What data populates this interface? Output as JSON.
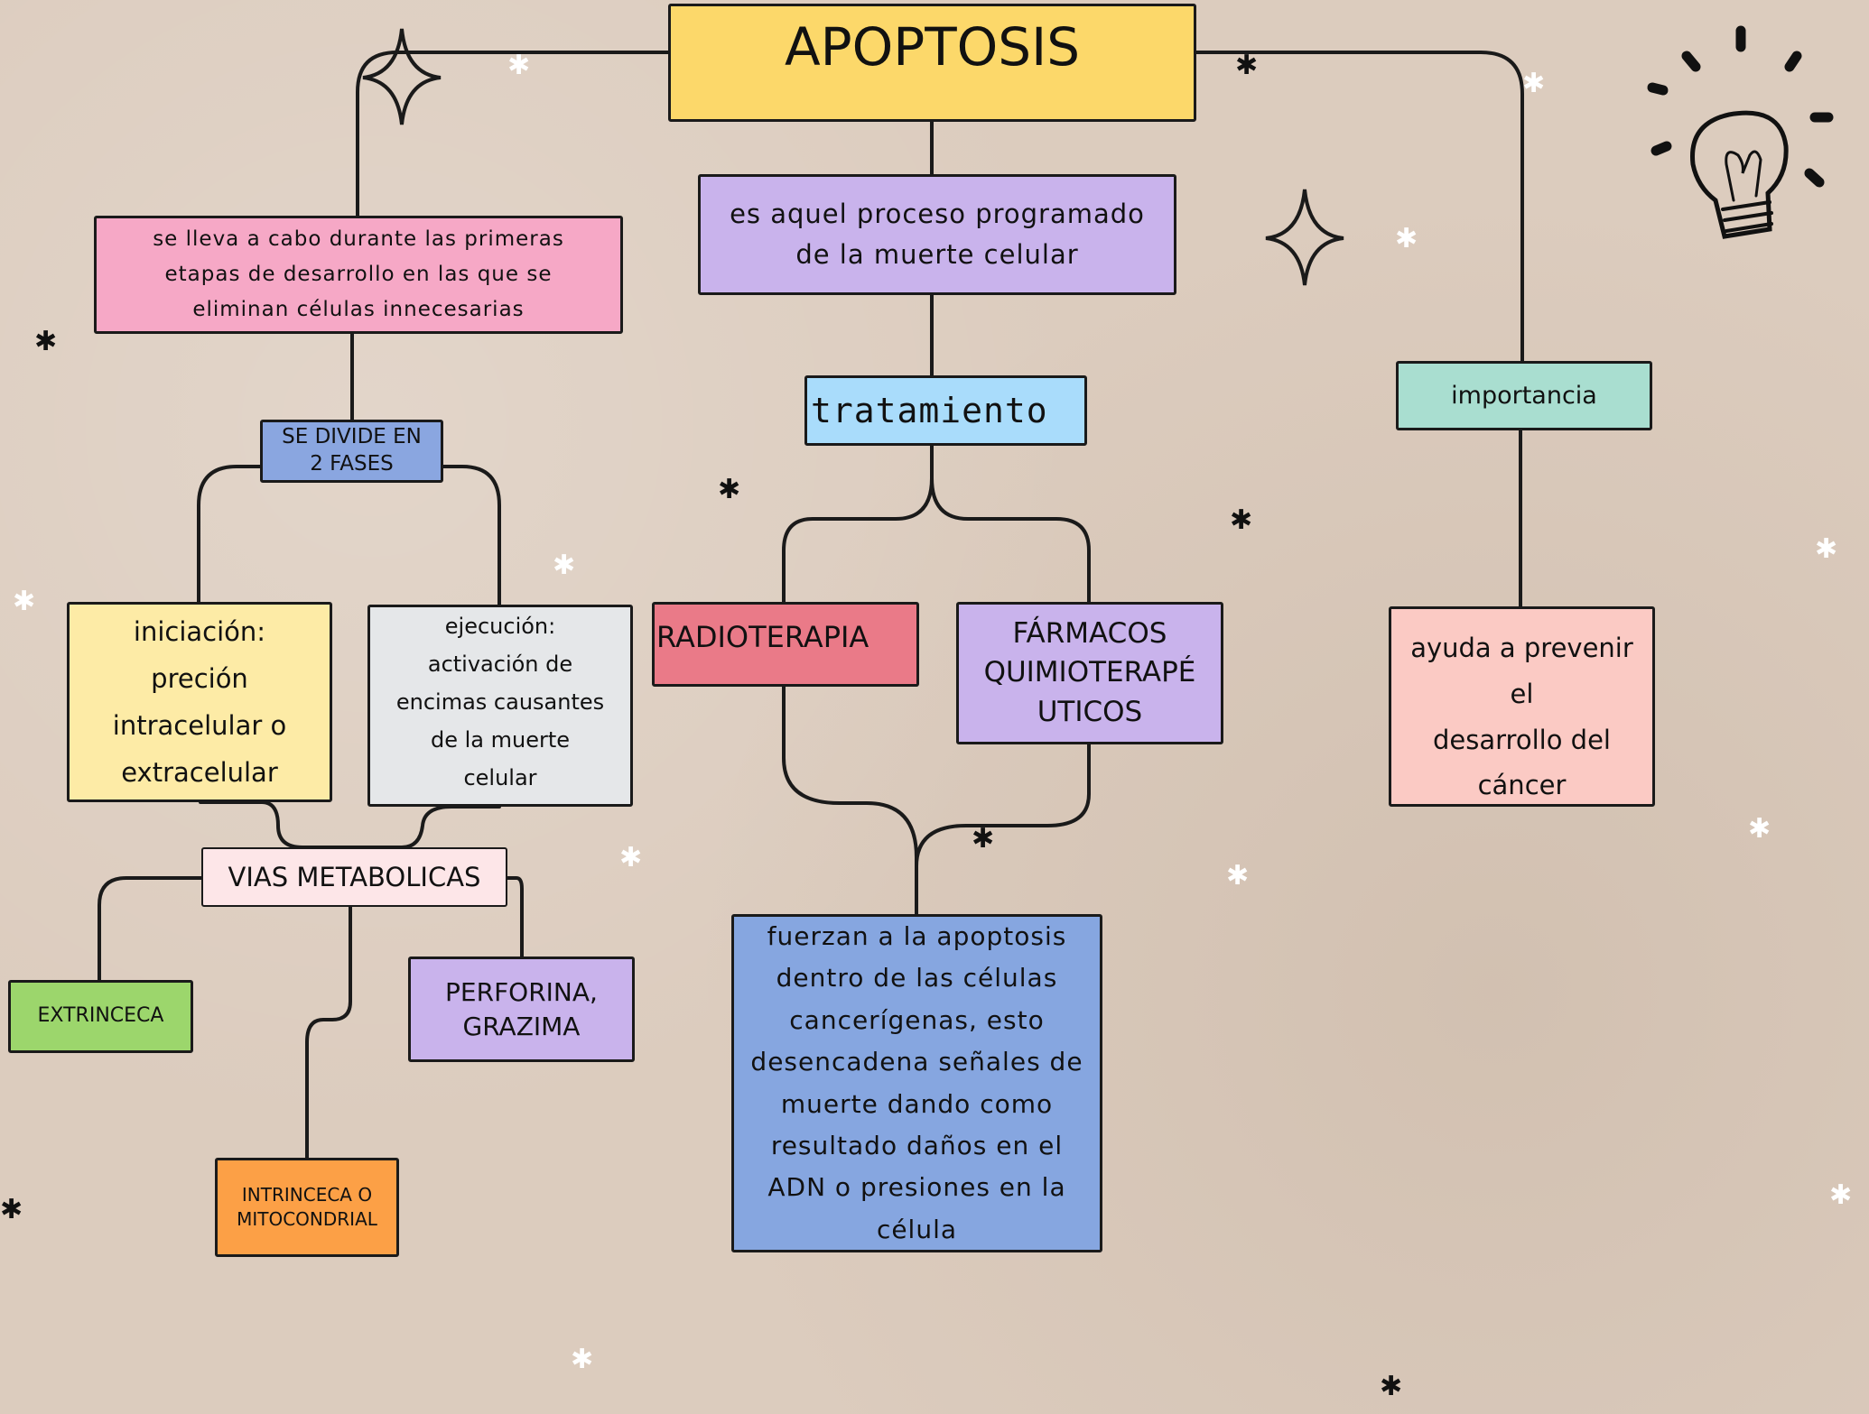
{
  "title": "APOPTOSIS",
  "definition": "es aquel proceso programado\nde la muerte celular",
  "development": "se lleva a cabo durante las primeras\netapas de desarrollo en las que se\neliminan células innecesarias",
  "divides": "SE DIVIDE EN\n2 FASES",
  "treatment": "tratamiento",
  "importance": "importancia",
  "initiation": "iniciación:\npreción\nintracelular o\nextracelular",
  "execution": "ejecución:\nactivación de\nencimas causantes\nde la muerte\ncelular",
  "radiotherapy": "RADIOTERAPIA",
  "drugs": "FÁRMACOS\nQUIMIOTERAPÉ\nUTICOS",
  "prevent": "ayuda a prevenir el\ndesarrollo del\ncáncer",
  "metabolic": "VIAS METABOLICAS",
  "extrinsic": "EXTRINCECA",
  "perforin": "PERFORINA,\nGRAZIMA",
  "intrinsic": "INTRINCECA O\nMITOCONDRIAL",
  "forces": "fuerzan a la apoptosis\ndentro de las células\ncancerígenas, esto\ndesencadena señales de\nmuerte dando como\nresultado daños en el\nADN o presiones en la\ncélula",
  "colors": {
    "background": "#dcccbe",
    "title": "#fcd86a",
    "purple": "#c9b3ec",
    "pink": "#f6a8c6",
    "blue": "#8aa6e0",
    "light_blue": "#a9dcfb",
    "mint": "#a9ded0",
    "yellow": "#fdeba6",
    "grey": "#e5e7e9",
    "red": "#ea7a88",
    "salmon": "#fbcac4",
    "green": "#9cd66c",
    "orange": "#fca046"
  },
  "icons": [
    "lightbulb-icon",
    "sparkle-icon",
    "star-icon"
  ]
}
